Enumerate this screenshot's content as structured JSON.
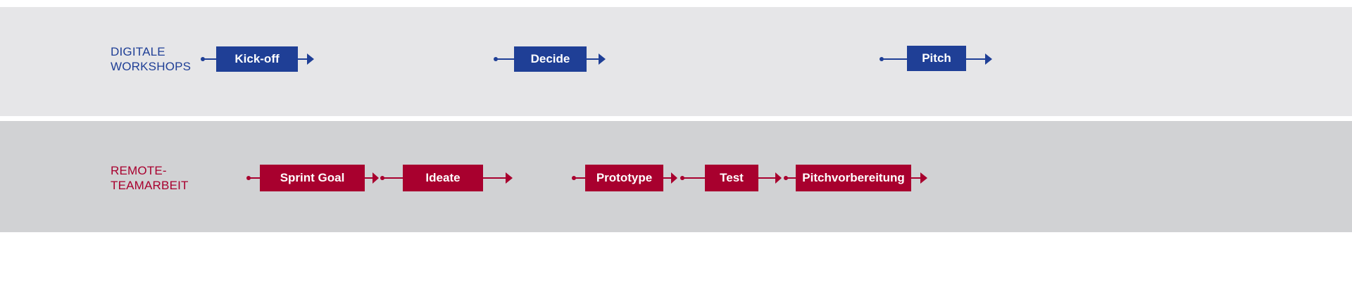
{
  "colors": {
    "background": "#ffffff",
    "band_top": "#e6e6e8",
    "band_bottom": "#d1d2d4",
    "blue": "#1f3f96",
    "red": "#a8002e"
  },
  "rows": [
    {
      "label_lines": [
        "DIGITALE",
        "WORKSHOPS"
      ],
      "color": "#1f3f96",
      "steps": [
        {
          "label": "Kick-off"
        },
        {
          "label": "Decide"
        },
        {
          "label": "Pitch"
        }
      ]
    },
    {
      "label_lines": [
        "REMOTE-",
        "TEAMARBEIT"
      ],
      "color": "#a8002e",
      "steps": [
        {
          "label": "Sprint Goal"
        },
        {
          "label": "Ideate"
        },
        {
          "label": "Prototype"
        },
        {
          "label": "Test"
        },
        {
          "label": "Pitchvorbereitung"
        }
      ]
    }
  ]
}
